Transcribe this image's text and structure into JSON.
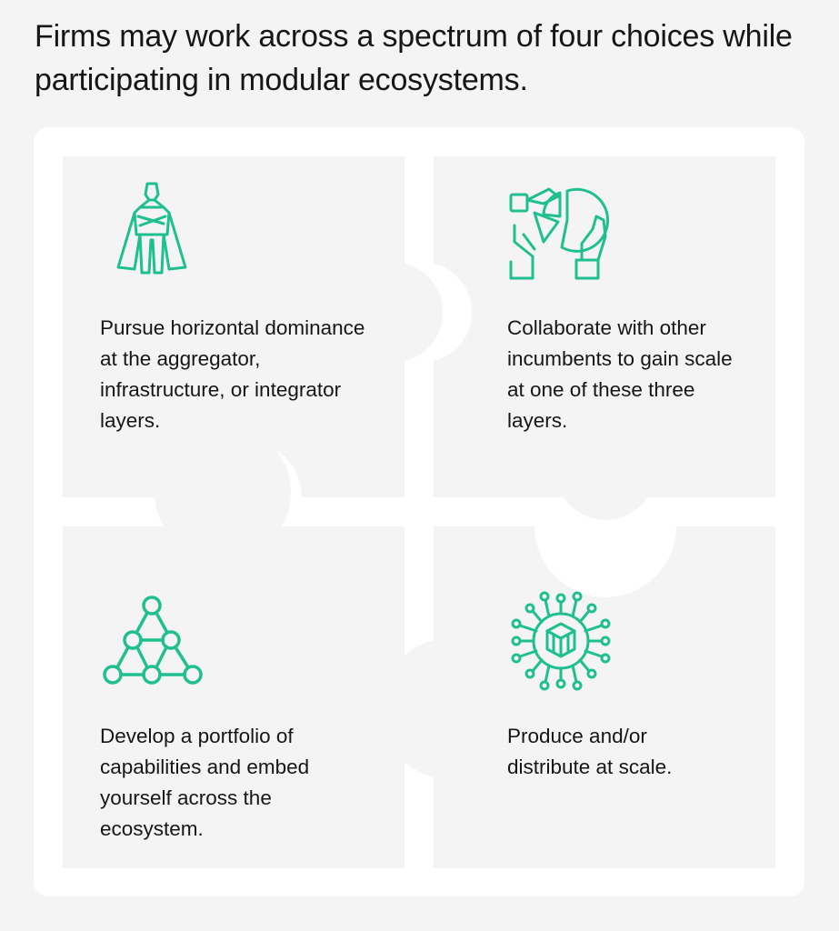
{
  "title": "Firms may work across a spectrum of four choices while participating in modular ecosystems.",
  "accent_color": "#1fbf8f",
  "quadrants": [
    {
      "icon": "superhero-icon",
      "text": "Pursue horizontal dominance at the aggregator, infrastructure, or integrator layers."
    },
    {
      "icon": "collaboration-pie-icon",
      "text": "Collaborate with other incumbents to gain scale at one of these three layers."
    },
    {
      "icon": "network-triangle-icon",
      "text": "Develop a portfolio of capabilities and embed yourself across the ecosystem."
    },
    {
      "icon": "distribution-hub-icon",
      "text": "Produce and/or distribute at scale."
    }
  ]
}
